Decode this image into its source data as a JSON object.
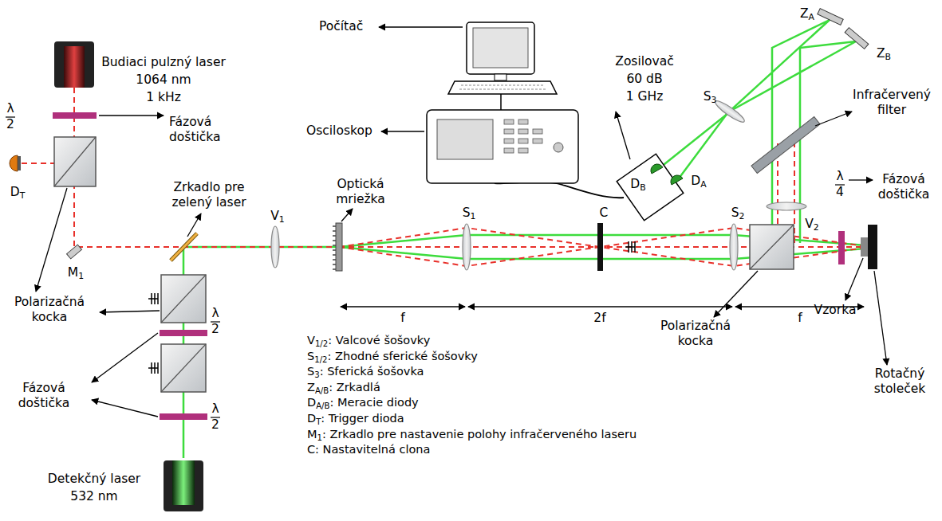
{
  "diagram": {
    "labels": [
      "Budiaci pulzný laser",
      "1064 nm",
      "1 kHz",
      "λ",
      "2",
      "Fázová doštička",
      "DT",
      "M1",
      "Zrkadlo pre zelený laser",
      "V1",
      "Optická mriežka",
      "Počítač",
      "Osciloskop",
      "Zosilovač",
      "60 dB",
      "1 GHz",
      "S3",
      "ZA",
      "ZB",
      "Infračervený filter",
      "DB",
      "DA",
      "V2",
      "λ",
      "4",
      "Fázová doštička",
      "S1",
      "C",
      "S2",
      "Polarizačná kocka",
      "λ",
      "2",
      "Fázová doštička",
      "λ",
      "2",
      "Detekčný laser",
      "532 nm",
      "f",
      "2f",
      "f",
      "V1/2: Valcové šošovky",
      "S1/2: Zhodné sferické šošovky",
      "S3: Sferická šošovka",
      "ZA/B: Zrkadlá",
      "DA/B: Meracie diody",
      "DT: Trigger dioda",
      "M1: Zrkadlo pre nastavenie polohy infračerveného laseru",
      "C: Nastavitelná clona",
      "Polarizačná kocka",
      "Vzorka",
      "Rotačný stoleček"
    ]
  }
}
